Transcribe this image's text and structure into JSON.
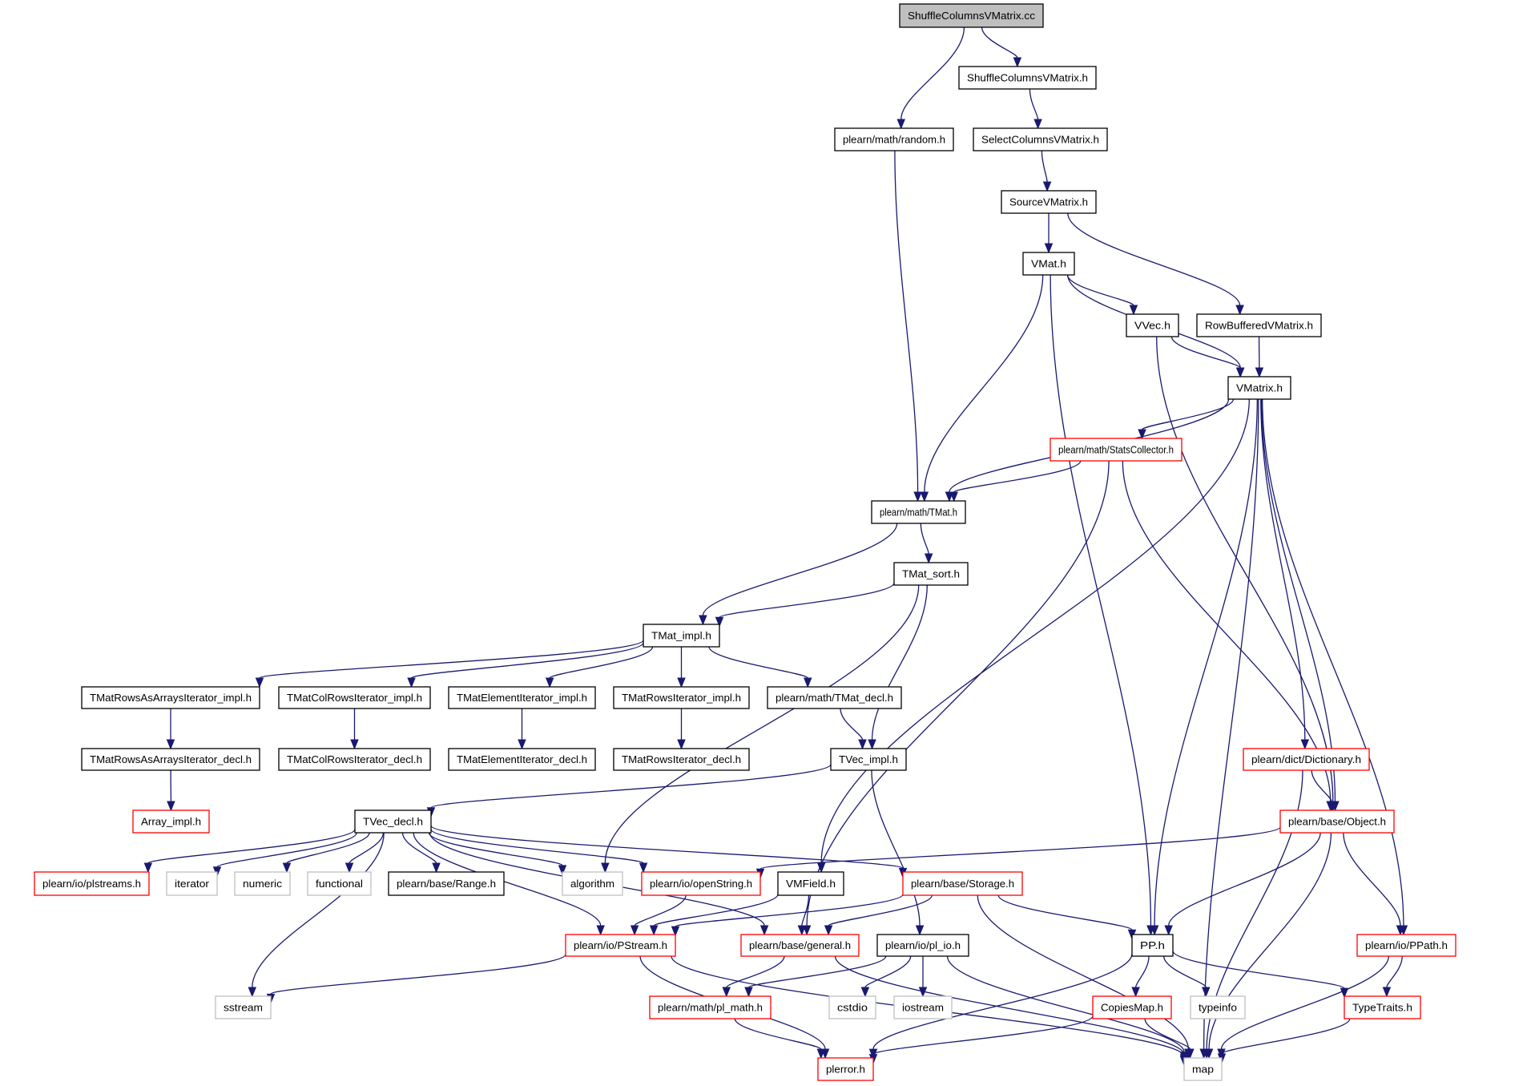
{
  "title": "ShuffleColumnsVMatrix.cc include dependency graph",
  "colors": {
    "root_fill": "#bfbfbf",
    "normal_border": "#000000",
    "truncated_border": "#ff0000",
    "system_border": "#bfbfbf",
    "edge": "#191970"
  },
  "nodes": [
    {
      "id": "cc",
      "label": "ShuffleColumnsVMatrix.cc",
      "kind": "root"
    },
    {
      "id": "shuffle_h",
      "label": "ShuffleColumnsVMatrix.h",
      "kind": "normal"
    },
    {
      "id": "random_h",
      "label": "plearn/math/random.h",
      "kind": "normal"
    },
    {
      "id": "select_h",
      "label": "SelectColumnsVMatrix.h",
      "kind": "normal"
    },
    {
      "id": "source_h",
      "label": "SourceVMatrix.h",
      "kind": "normal"
    },
    {
      "id": "vmat_h",
      "label": "VMat.h",
      "kind": "normal"
    },
    {
      "id": "vvec_h",
      "label": "VVec.h",
      "kind": "normal"
    },
    {
      "id": "rowbuf_h",
      "label": "RowBufferedVMatrix.h",
      "kind": "normal"
    },
    {
      "id": "vmatrix_h",
      "label": "VMatrix.h",
      "kind": "normal"
    },
    {
      "id": "stats_h",
      "label": "plearn/math/StatsCollector.h",
      "kind": "truncated"
    },
    {
      "id": "tmat_h",
      "label": "plearn/math/TMat.h",
      "kind": "normal"
    },
    {
      "id": "tmat_sort_h",
      "label": "TMat_sort.h",
      "kind": "normal"
    },
    {
      "id": "tmat_impl_h",
      "label": "TMat_impl.h",
      "kind": "normal"
    },
    {
      "id": "rowsarr_impl",
      "label": "TMatRowsAsArraysIterator_impl.h",
      "kind": "normal"
    },
    {
      "id": "colrows_impl",
      "label": "TMatColRowsIterator_impl.h",
      "kind": "normal"
    },
    {
      "id": "elem_impl",
      "label": "TMatElementIterator_impl.h",
      "kind": "normal"
    },
    {
      "id": "rows_impl",
      "label": "TMatRowsIterator_impl.h",
      "kind": "normal"
    },
    {
      "id": "tmat_decl",
      "label": "plearn/math/TMat_decl.h",
      "kind": "normal"
    },
    {
      "id": "rowsarr_decl",
      "label": "TMatRowsAsArraysIterator_decl.h",
      "kind": "normal"
    },
    {
      "id": "colrows_decl",
      "label": "TMatColRowsIterator_decl.h",
      "kind": "normal"
    },
    {
      "id": "elem_decl",
      "label": "TMatElementIterator_decl.h",
      "kind": "normal"
    },
    {
      "id": "rows_decl",
      "label": "TMatRowsIterator_decl.h",
      "kind": "normal"
    },
    {
      "id": "tvec_impl",
      "label": "TVec_impl.h",
      "kind": "normal"
    },
    {
      "id": "dict_h",
      "label": "plearn/dict/Dictionary.h",
      "kind": "truncated"
    },
    {
      "id": "array_impl",
      "label": "Array_impl.h",
      "kind": "truncated"
    },
    {
      "id": "tvec_decl",
      "label": "TVec_decl.h",
      "kind": "normal"
    },
    {
      "id": "object_h",
      "label": "plearn/base/Object.h",
      "kind": "truncated"
    },
    {
      "id": "plstreams_h",
      "label": "plearn/io/plstreams.h",
      "kind": "truncated"
    },
    {
      "id": "iterator",
      "label": "iterator",
      "kind": "system"
    },
    {
      "id": "numeric",
      "label": "numeric",
      "kind": "system"
    },
    {
      "id": "functional",
      "label": "functional",
      "kind": "system"
    },
    {
      "id": "range_h",
      "label": "plearn/base/Range.h",
      "kind": "normal"
    },
    {
      "id": "algorithm",
      "label": "algorithm",
      "kind": "system"
    },
    {
      "id": "openstring_h",
      "label": "plearn/io/openString.h",
      "kind": "truncated"
    },
    {
      "id": "vmfield_h",
      "label": "VMField.h",
      "kind": "normal"
    },
    {
      "id": "storage_h",
      "label": "plearn/base/Storage.h",
      "kind": "truncated"
    },
    {
      "id": "pstream_h",
      "label": "plearn/io/PStream.h",
      "kind": "truncated"
    },
    {
      "id": "general_h",
      "label": "plearn/base/general.h",
      "kind": "truncated"
    },
    {
      "id": "pl_io_h",
      "label": "plearn/io/pl_io.h",
      "kind": "normal"
    },
    {
      "id": "pp_h",
      "label": "PP.h",
      "kind": "normal"
    },
    {
      "id": "ppath_h",
      "label": "plearn/io/PPath.h",
      "kind": "truncated"
    },
    {
      "id": "sstream",
      "label": "sstream",
      "kind": "system"
    },
    {
      "id": "pl_math_h",
      "label": "plearn/math/pl_math.h",
      "kind": "truncated"
    },
    {
      "id": "cstdio",
      "label": "cstdio",
      "kind": "system"
    },
    {
      "id": "iostream",
      "label": "iostream",
      "kind": "system"
    },
    {
      "id": "copiesmap_h",
      "label": "CopiesMap.h",
      "kind": "truncated"
    },
    {
      "id": "typeinfo",
      "label": "typeinfo",
      "kind": "system"
    },
    {
      "id": "typetraits_h",
      "label": "TypeTraits.h",
      "kind": "truncated"
    },
    {
      "id": "plerror_h",
      "label": "plerror.h",
      "kind": "truncated"
    },
    {
      "id": "map",
      "label": "map",
      "kind": "system"
    }
  ],
  "edges": [
    [
      "cc",
      "random_h"
    ],
    [
      "cc",
      "shuffle_h"
    ],
    [
      "shuffle_h",
      "select_h"
    ],
    [
      "select_h",
      "source_h"
    ],
    [
      "source_h",
      "vmat_h"
    ],
    [
      "source_h",
      "rowbuf_h"
    ],
    [
      "random_h",
      "tmat_h"
    ],
    [
      "vmat_h",
      "tmat_h"
    ],
    [
      "vmat_h",
      "pp_h"
    ],
    [
      "vmat_h",
      "vvec_h"
    ],
    [
      "vmat_h",
      "vmatrix_h"
    ],
    [
      "vvec_h",
      "vmatrix_h"
    ],
    [
      "vvec_h",
      "object_h"
    ],
    [
      "rowbuf_h",
      "vmatrix_h"
    ],
    [
      "vmatrix_h",
      "tmat_h"
    ],
    [
      "vmatrix_h",
      "stats_h"
    ],
    [
      "vmatrix_h",
      "dict_h"
    ],
    [
      "vmatrix_h",
      "object_h"
    ],
    [
      "vmatrix_h",
      "pp_h"
    ],
    [
      "vmatrix_h",
      "ppath_h"
    ],
    [
      "vmatrix_h",
      "map"
    ],
    [
      "vmatrix_h",
      "vmfield_h"
    ],
    [
      "stats_h",
      "tmat_h"
    ],
    [
      "stats_h",
      "object_h"
    ],
    [
      "stats_h",
      "general_h"
    ],
    [
      "tmat_h",
      "tmat_impl_h"
    ],
    [
      "tmat_h",
      "tmat_sort_h"
    ],
    [
      "tmat_sort_h",
      "tmat_impl_h"
    ],
    [
      "tmat_sort_h",
      "tvec_impl"
    ],
    [
      "tmat_sort_h",
      "algorithm"
    ],
    [
      "tmat_impl_h",
      "rowsarr_impl"
    ],
    [
      "tmat_impl_h",
      "colrows_impl"
    ],
    [
      "tmat_impl_h",
      "elem_impl"
    ],
    [
      "tmat_impl_h",
      "rows_impl"
    ],
    [
      "tmat_impl_h",
      "tmat_decl"
    ],
    [
      "rowsarr_impl",
      "rowsarr_decl"
    ],
    [
      "colrows_impl",
      "colrows_decl"
    ],
    [
      "elem_impl",
      "elem_decl"
    ],
    [
      "rows_impl",
      "rows_decl"
    ],
    [
      "rowsarr_decl",
      "array_impl"
    ],
    [
      "tmat_decl",
      "tvec_impl"
    ],
    [
      "tvec_impl",
      "tvec_decl"
    ],
    [
      "tvec_impl",
      "pl_io_h"
    ],
    [
      "tvec_decl",
      "plstreams_h"
    ],
    [
      "tvec_decl",
      "iterator"
    ],
    [
      "tvec_decl",
      "numeric"
    ],
    [
      "tvec_decl",
      "functional"
    ],
    [
      "tvec_decl",
      "range_h"
    ],
    [
      "tvec_decl",
      "algorithm"
    ],
    [
      "tvec_decl",
      "openstring_h"
    ],
    [
      "tvec_decl",
      "storage_h"
    ],
    [
      "tvec_decl",
      "general_h"
    ],
    [
      "tvec_decl",
      "pstream_h"
    ],
    [
      "tvec_decl",
      "sstream"
    ],
    [
      "dict_h",
      "object_h"
    ],
    [
      "dict_h",
      "map"
    ],
    [
      "object_h",
      "openstring_h"
    ],
    [
      "object_h",
      "pp_h"
    ],
    [
      "object_h",
      "map"
    ],
    [
      "object_h",
      "ppath_h"
    ],
    [
      "openstring_h",
      "pstream_h"
    ],
    [
      "vmfield_h",
      "pstream_h"
    ],
    [
      "vmfield_h",
      "general_h"
    ],
    [
      "storage_h",
      "pstream_h"
    ],
    [
      "storage_h",
      "general_h"
    ],
    [
      "storage_h",
      "pp_h"
    ],
    [
      "storage_h",
      "map"
    ],
    [
      "pstream_h",
      "sstream"
    ],
    [
      "pstream_h",
      "plerror_h"
    ],
    [
      "pstream_h",
      "map"
    ],
    [
      "general_h",
      "pl_math_h"
    ],
    [
      "general_h",
      "map"
    ],
    [
      "pl_io_h",
      "pl_math_h"
    ],
    [
      "pl_io_h",
      "cstdio"
    ],
    [
      "pl_io_h",
      "iostream"
    ],
    [
      "pl_io_h",
      "map"
    ],
    [
      "pl_math_h",
      "plerror_h"
    ],
    [
      "pp_h",
      "copiesmap_h"
    ],
    [
      "pp_h",
      "typeinfo"
    ],
    [
      "pp_h",
      "typetraits_h"
    ],
    [
      "pp_h",
      "plerror_h"
    ],
    [
      "copiesmap_h",
      "map"
    ],
    [
      "copiesmap_h",
      "plerror_h"
    ],
    [
      "ppath_h",
      "typetraits_h"
    ],
    [
      "ppath_h",
      "map"
    ],
    [
      "typetraits_h",
      "map"
    ]
  ]
}
